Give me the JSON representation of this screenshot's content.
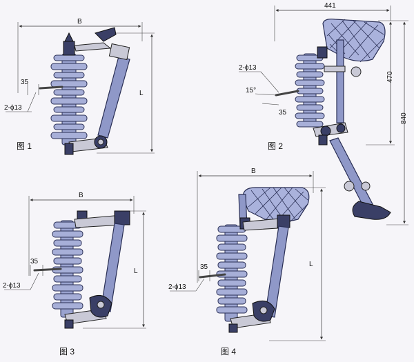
{
  "figures": [
    {
      "caption": "图 1",
      "width_label": "B",
      "height_label": "L",
      "lead_label": "2-ϕ13",
      "spacing_label": "35"
    },
    {
      "caption": "图 2",
      "width_label": "441",
      "height_upper_label": "470",
      "height_total_label": "840",
      "lead_label": "2-ϕ13",
      "angle_label": "15°",
      "spacing_label": "35"
    },
    {
      "caption": "图 3",
      "width_label": "B",
      "height_label": "L",
      "lead_label": "2-ϕ13",
      "spacing_label": "35"
    },
    {
      "caption": "图 4",
      "width_label": "B",
      "height_label": "L",
      "lead_label": "2-ϕ13",
      "spacing_label": "35"
    }
  ]
}
